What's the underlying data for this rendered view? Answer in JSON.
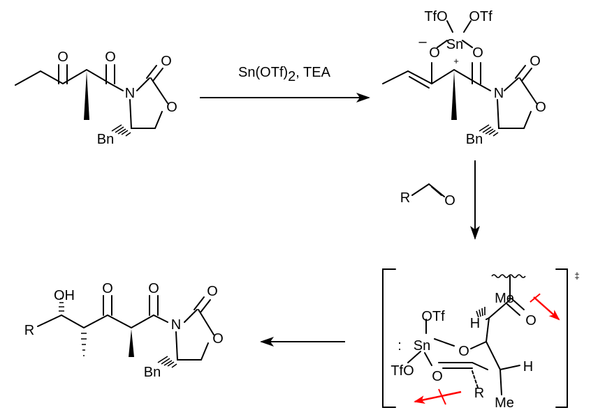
{
  "reaction": {
    "reagent1": {
      "main": "Sn(OTf)",
      "sub": "2",
      "tail": ", TEA"
    },
    "aldehyde": {
      "r": "R",
      "o": "O"
    }
  },
  "labels": {
    "O": "O",
    "N": "N",
    "Bn": "Bn",
    "OH": "OH",
    "R": "R",
    "Sn": "Sn",
    "TfO": "TfO",
    "OTf": "OTf",
    "H": "H",
    "Me": "Me",
    "minus": "–",
    "plus": "+",
    "lonepair": ":",
    "dagger": "‡"
  },
  "colors": {
    "bond": "#000000",
    "disfavored": "#ff0000"
  }
}
